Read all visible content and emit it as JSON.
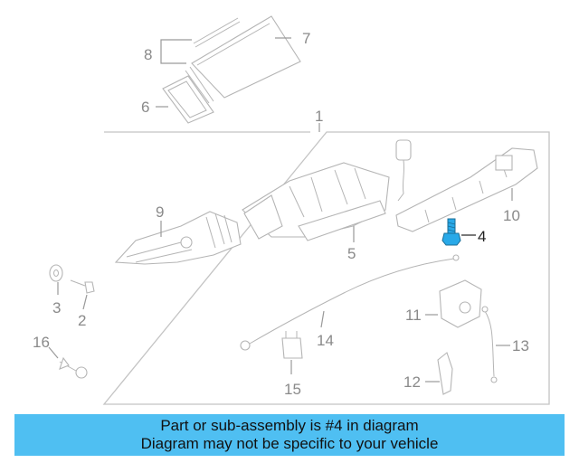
{
  "colors": {
    "banner_background": "#4fbff2",
    "highlight_part": "#29a9e8",
    "inactive_linework": "#b5b5b5",
    "callout_text": "#8a8a8a"
  },
  "diagram": {
    "callouts": {
      "c1": "1",
      "c2": "2",
      "c3": "3",
      "c4": "4",
      "c5": "5",
      "c6": "6",
      "c7": "7",
      "c8": "8",
      "c9": "9",
      "c10": "10",
      "c11": "11",
      "c12": "12",
      "c13": "13",
      "c14": "14",
      "c15": "15",
      "c16": "16"
    },
    "highlighted_callout": "4"
  },
  "banner": {
    "line1": "Part or sub-assembly is #4 in diagram",
    "line2": "Diagram may not be specific to your vehicle"
  }
}
